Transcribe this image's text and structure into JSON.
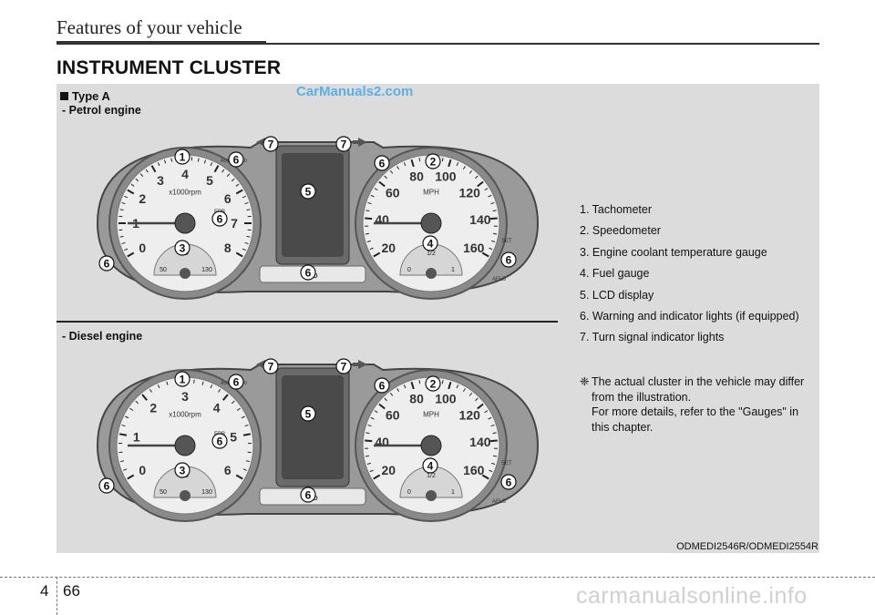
{
  "header": {
    "section": "Features of your vehicle",
    "title": "INSTRUMENT CLUSTER"
  },
  "watermark": "CarManuals2.com",
  "figure": {
    "type_label": "Type A",
    "petrol_label": "- Petrol engine",
    "diesel_label": "- Diesel engine",
    "image_code": "ODMEDI2546R/ODMEDI2554R"
  },
  "legend": [
    "1. Tachometer",
    "2. Speedometer",
    "3. Engine coolant temperature gauge",
    "4. Fuel gauge",
    "5. LCD display",
    "6. Warning and indicator lights (if equipped)",
    "7. Turn signal indicator lights"
  ],
  "note": {
    "symbol": "❈",
    "lines": [
      "The actual cluster in the vehicle may differ",
      "from the illustration.",
      "For more details, refer to the \"Gauges\" in",
      "this chapter."
    ]
  },
  "footer": {
    "chapter": "4",
    "page": "66",
    "site": "carmanualsonline.info"
  },
  "clusters": {
    "petrol": {
      "tach_ticks": [
        "0",
        "1",
        "2",
        "3",
        "4",
        "5",
        "6",
        "7",
        "8"
      ],
      "tach_unit": "x1000rpm",
      "speed_ticks": [
        "20",
        "40",
        "60",
        "80",
        "100",
        "120",
        "140",
        "160"
      ],
      "speed_unit": "MPH",
      "temp_labels": [
        "50",
        "90",
        "130"
      ],
      "fuel_labels": [
        "0",
        "1/2",
        "1"
      ],
      "lcd_label": "ECO",
      "indicator_labels": [
        "EPB",
        "AUTO HOLD",
        "SET",
        "AFLS"
      ],
      "callouts": {
        "tach": "1",
        "speed": "2",
        "temp": "3",
        "fuel": "4",
        "lcd": "5",
        "warning": "6",
        "turn": "7"
      }
    },
    "diesel": {
      "tach_ticks": [
        "0",
        "1",
        "2",
        "3",
        "4",
        "5",
        "6"
      ],
      "tach_unit": "x1000rpm",
      "speed_ticks": [
        "20",
        "40",
        "60",
        "80",
        "100",
        "120",
        "140",
        "160"
      ],
      "speed_unit": "MPH",
      "temp_labels": [
        "50",
        "90",
        "130"
      ],
      "fuel_labels": [
        "0",
        "1/2",
        "1"
      ],
      "lcd_label": "ECO",
      "indicator_labels": [
        "EPB",
        "AUTO HOLD",
        "SET",
        "AFLS"
      ],
      "callouts": {
        "tach": "1",
        "speed": "2",
        "temp": "3",
        "fuel": "4",
        "lcd": "5",
        "warning": "6",
        "turn": "7"
      }
    }
  }
}
